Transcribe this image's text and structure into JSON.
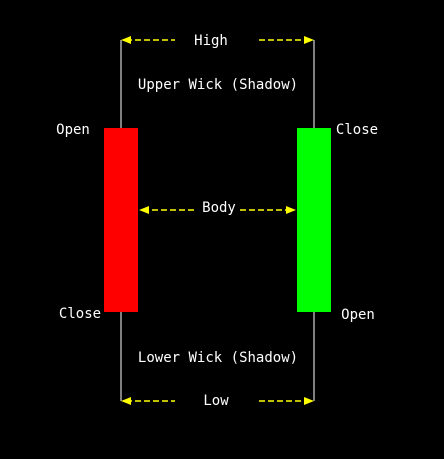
{
  "labels": {
    "high": "High",
    "upper_wick": "Upper Wick (Shadow)",
    "body": "Body",
    "lower_wick": "Lower Wick (Shadow)",
    "low": "Low",
    "bear_open": "Open",
    "bear_close": "Close",
    "bull_close": "Close",
    "bull_open": "Open"
  },
  "colors": {
    "background": "#000000",
    "bearish_body": "#ff0000",
    "bullish_body": "#00ff00",
    "wick": "#ffffff",
    "arrow": "#ffff00",
    "text": "#ffffff"
  },
  "candles": [
    {
      "name": "bearish",
      "direction": "down"
    },
    {
      "name": "bullish",
      "direction": "up"
    }
  ]
}
